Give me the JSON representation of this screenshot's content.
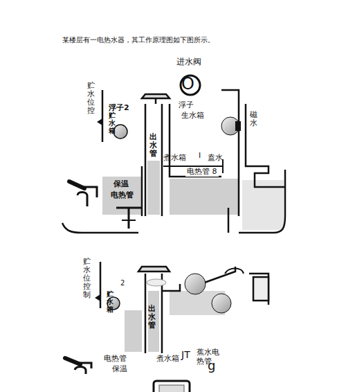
{
  "diagram": {
    "title": "某楼层有一电热水器，其工作原理图如下图所示。",
    "labels": [
      "进水阀",
      "O",
      "贮水位控",
      "浮子2",
      "贮水箱",
      "浮子",
      "生水箱",
      "磁水",
      "出水管",
      "煮水箱",
      "I",
      "盍水",
      "电热管 8",
      "保温",
      "电热管",
      "贮水位控制",
      "2",
      "贮水箱",
      "出水管",
      "煮水箱",
      "JT",
      "蕉水电热管",
      "g",
      "电热管",
      "保温"
    ]
  }
}
